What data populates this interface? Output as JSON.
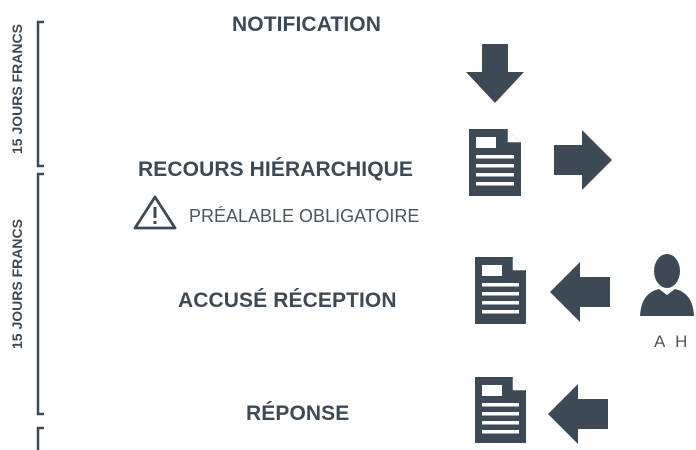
{
  "timeline": {
    "period_1_label": "15 JOURS FRANCS",
    "period_2_label": "15 JOURS FRANCS"
  },
  "stages": {
    "notification": "NOTIFICATION",
    "recours": "RECOURS HIÉRARCHIQUE",
    "recours_note": "PRÉALABLE OBLIGATOIRE",
    "accuse": "ACCUSÉ RÉCEPTION",
    "reponse": "RÉPONSE"
  },
  "actor": {
    "label": "A H"
  },
  "colors": {
    "primary": "#3d4a56",
    "background": "#ffffff"
  },
  "icons": [
    "arrow-down-icon",
    "document-icon",
    "arrow-right-icon",
    "warning-icon",
    "arrow-left-icon",
    "person-icon",
    "bracket"
  ]
}
